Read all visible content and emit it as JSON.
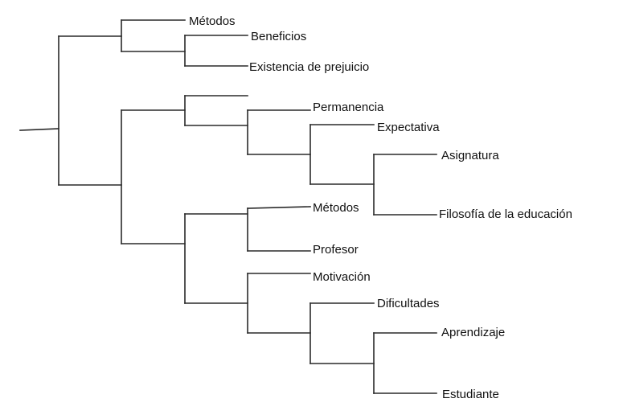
{
  "dendrogram": {
    "leaves": [
      {
        "id": "metodos-1",
        "label": "Métodos"
      },
      {
        "id": "beneficios",
        "label": "Beneficios"
      },
      {
        "id": "existencia-de-prejuicio",
        "label": "Existencia de prejuicio"
      },
      {
        "id": "unlabeled-leaf",
        "label": ""
      },
      {
        "id": "permanencia",
        "label": "Permanencia"
      },
      {
        "id": "expectativa",
        "label": "Expectativa"
      },
      {
        "id": "asignatura",
        "label": "Asignatura"
      },
      {
        "id": "filosofia-de-la-educacion",
        "label": "Filosofía de la educación"
      },
      {
        "id": "metodos-2",
        "label": "Métodos"
      },
      {
        "id": "profesor",
        "label": "Profesor"
      },
      {
        "id": "motivacion",
        "label": "Motivación"
      },
      {
        "id": "dificultades",
        "label": "Dificultades"
      },
      {
        "id": "aprendizaje",
        "label": "Aprendizaje"
      },
      {
        "id": "estudiante",
        "label": "Estudiante"
      }
    ]
  }
}
